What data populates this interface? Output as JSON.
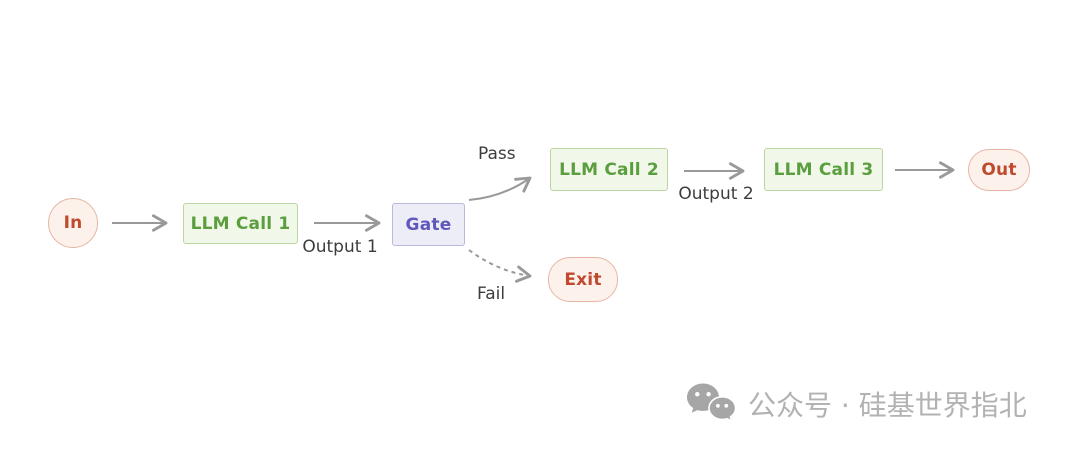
{
  "diagram": {
    "nodes": {
      "in": {
        "label": "In"
      },
      "llm_call_1": {
        "label": "LLM Call 1"
      },
      "gate": {
        "label": "Gate"
      },
      "llm_call_2": {
        "label": "LLM Call 2"
      },
      "llm_call_3": {
        "label": "LLM Call 3"
      },
      "out": {
        "label": "Out"
      },
      "exit": {
        "label": "Exit"
      }
    },
    "edge_labels": {
      "output_1": "Output 1",
      "output_2": "Output 2",
      "pass": "Pass",
      "fail": "Fail"
    },
    "edges": [
      {
        "from": "in",
        "to": "llm_call_1",
        "style": "solid"
      },
      {
        "from": "llm_call_1",
        "to": "gate",
        "style": "solid",
        "label": "Output 1"
      },
      {
        "from": "gate",
        "to": "llm_call_2",
        "style": "curved",
        "label": "Pass"
      },
      {
        "from": "gate",
        "to": "exit",
        "style": "dashed-curved",
        "label": "Fail"
      },
      {
        "from": "llm_call_2",
        "to": "llm_call_3",
        "style": "solid",
        "label": "Output 2"
      },
      {
        "from": "llm_call_3",
        "to": "out",
        "style": "solid"
      }
    ]
  },
  "watermark": {
    "icon": "wechat-icon",
    "text": "公众号 · 硅基世界指北"
  },
  "colors": {
    "background": "#ffffff",
    "node_green_fill": "#f1f8ea",
    "node_green_border": "#bcd6a2",
    "node_green_text": "#5a9e3e",
    "node_pink_fill": "#fdf1ec",
    "node_pink_border": "#e6b6a3",
    "node_pink_text": "#bf4a2e",
    "node_purple_fill": "#ededf8",
    "node_purple_border": "#b9b9de",
    "node_purple_text": "#6057bb",
    "arrow": "#999999",
    "edge_label_text": "#3d3d3d",
    "watermark": "#b2b2b2"
  }
}
